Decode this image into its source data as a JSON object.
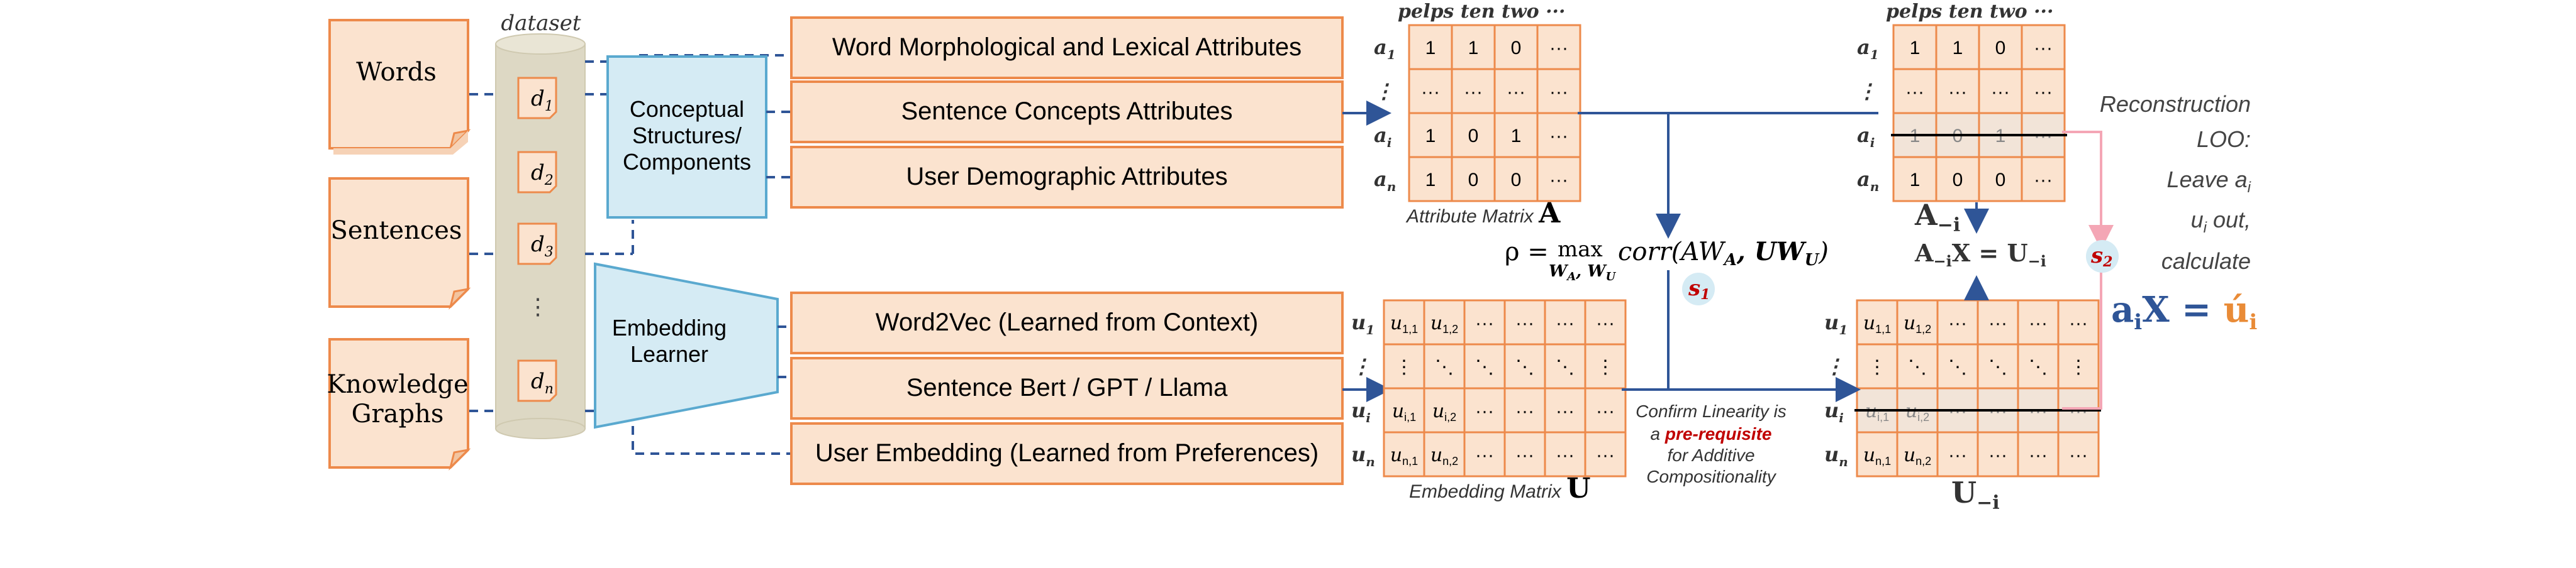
{
  "sources": {
    "words": "Words",
    "sentences": "Sentences",
    "knowledge_graphs_line1": "Knowledge",
    "knowledge_graphs_line2": "Graphs"
  },
  "dataset": {
    "label": "dataset",
    "d1": "d",
    "d1_sub": "1",
    "d2": "d",
    "d2_sub": "2",
    "d3": "d",
    "d3_sub": "3",
    "dots": "⋮",
    "dn": "d",
    "dn_sub": "n"
  },
  "conceptual": {
    "line1": "Conceptual",
    "line2": "Structures/",
    "line3": "Components"
  },
  "embedding_learner": {
    "line1": "Embedding",
    "line2": "Learner"
  },
  "attributes": {
    "word": "Word Morphological and Lexical Attributes",
    "sentence": "Sentence Concepts Attributes",
    "user": "User Demographic Attributes"
  },
  "embeddings": {
    "word": "Word2Vec (Learned from Context)",
    "sentence": "Sentence Bert / GPT / Llama",
    "user": "User Embedding (Learned from Preferences)"
  },
  "attribute_matrix": {
    "header": "pelps ten two  ···",
    "row_labels": [
      "a",
      "⋮",
      "a",
      "a"
    ],
    "row_subs": [
      "1",
      "",
      "i",
      "n"
    ],
    "rows": [
      [
        "1",
        "1",
        "0",
        "···"
      ],
      [
        "···",
        "···",
        "···",
        "···"
      ],
      [
        "1",
        "0",
        "1",
        "···"
      ],
      [
        "1",
        "0",
        "0",
        "···"
      ]
    ],
    "caption": "Attribute Matrix ",
    "caption_symbol": "A"
  },
  "reduced_attribute_matrix": {
    "header": "pelps ten two  ···",
    "row_labels": [
      "a",
      "⋮",
      "a",
      "a"
    ],
    "row_subs": [
      "1",
      "",
      "i",
      "n"
    ],
    "rows": [
      [
        "1",
        "1",
        "0",
        "···"
      ],
      [
        "···",
        "···",
        "···",
        "···"
      ],
      [
        "1",
        "0",
        "1",
        "···"
      ],
      [
        "1",
        "0",
        "0",
        "···"
      ]
    ],
    "label": "A",
    "label_sub": "−i"
  },
  "embedding_matrix": {
    "row_labels": [
      "u",
      "⋮",
      "u",
      "u"
    ],
    "row_subs": [
      "1",
      "",
      "i",
      "n"
    ],
    "rows": [
      [
        "u",
        "u",
        "···",
        "···",
        "···",
        "···"
      ],
      [
        "⋮",
        "⋱",
        "⋱",
        "⋱",
        "⋱",
        "⋮"
      ],
      [
        "u",
        "u",
        "···",
        "···",
        "···",
        "···"
      ],
      [
        "u",
        "u",
        "···",
        "···",
        "···",
        "···"
      ]
    ],
    "row_first_subs": [
      [
        "1,1",
        "1,2"
      ],
      [
        "",
        ""
      ],
      [
        "i,1",
        "i,2"
      ],
      [
        "n,1",
        "n,2"
      ]
    ],
    "caption": "Embedding Matrix ",
    "caption_symbol": "U"
  },
  "reduced_embedding_matrix": {
    "label": "U",
    "label_sub": "−i"
  },
  "equations": {
    "rho_lhs": "ρ = ",
    "rho_max": "max",
    "rho_max_sub": "W",
    "rho_max_sub2": "A",
    "rho_max_sub3": ", W",
    "rho_max_sub4": "U",
    "rho_rhs": " corr(AW",
    "rho_rhs_sub": "A",
    "rho_rhs_mid": ", UW",
    "rho_rhs_sub2": "U",
    "rho_rhs_end": ")",
    "loo_eq_a": "A",
    "loo_eq_a_sub": "−i",
    "loo_eq_mid": "X = U",
    "loo_eq_u_sub": "−i",
    "final_a": "a",
    "final_a_sub": "i",
    "final_mid": "X = ",
    "final_u": "ú",
    "final_u_sub": "i"
  },
  "step_badges": {
    "s1": "s",
    "s1_sub": "1",
    "s2": "s",
    "s2_sub": "2"
  },
  "linearity_note": {
    "line1": "Confirm Linearity is",
    "line2_a": "a ",
    "line2_b": "pre-requisite",
    "line3": "for Additive",
    "line4": "Compositionality"
  },
  "reconstruction_note": {
    "line1": "Reconstruction",
    "line2": "LOO:",
    "line3_a": "Leave a",
    "line3_sub": "i",
    "line4_a": "u",
    "line4_sub": "i",
    "line4_b": " out,",
    "line5": "calculate"
  },
  "colors": {
    "orange_fill": "#fbe3cf",
    "orange_stroke": "#ed8a4b",
    "blue_fill": "#d5ebf4",
    "blue_stroke": "#5aa9cf",
    "navy_line": "#2f5597",
    "dataset_fill": "#ddd8c4",
    "accent_orange": "#e98b37",
    "accent_red": "#c00000",
    "badge_fill": "#d5ebf4"
  }
}
